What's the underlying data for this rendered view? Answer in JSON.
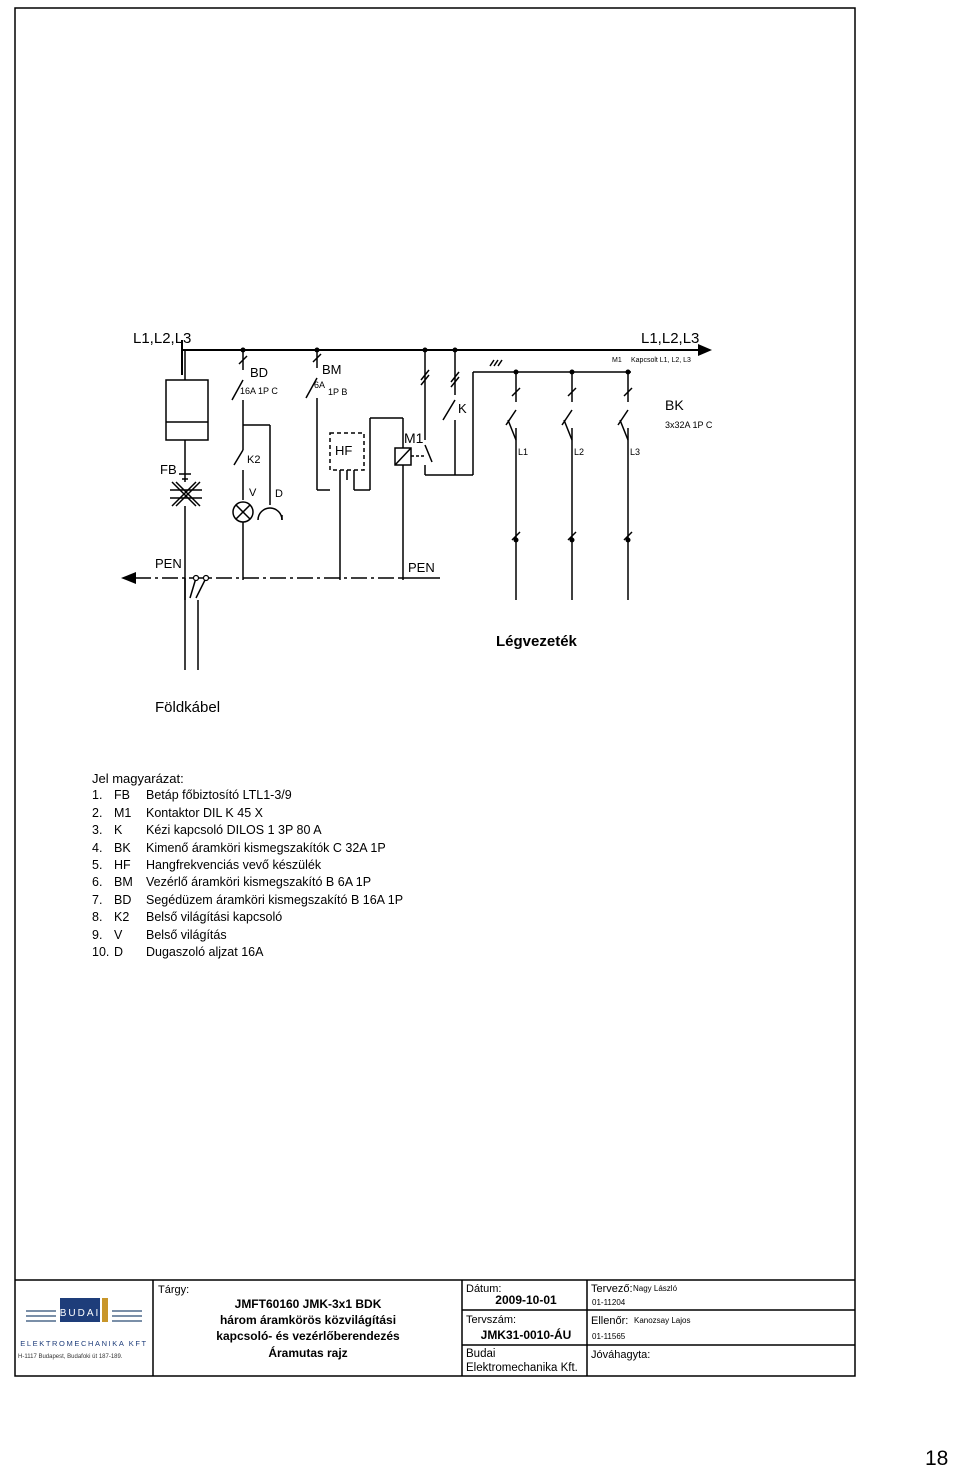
{
  "diagram": {
    "bus_top_left": "L1,L2,L3",
    "bus_top_right": "L1,L2,L3",
    "m1_note_code": "M1",
    "m1_note_text": "Kapcsolt L1, L2, L3",
    "bd": {
      "code": "BD",
      "rating": "16A 1P C"
    },
    "bm": {
      "code": "BM",
      "rating_a": "6A",
      "rating_b": "1P B"
    },
    "fb": "FB",
    "k2": "K2",
    "v": "V",
    "d": "D",
    "hf": "HF",
    "m1": "M1",
    "k": "K",
    "bk": {
      "code": "BK",
      "rating": "3x32A 1P C"
    },
    "phases": [
      "L1",
      "L2",
      "L3"
    ],
    "pen_left": "PEN",
    "pen_right": "PEN",
    "legvezetek": "Légvezeték",
    "foldkabel": "Földkábel"
  },
  "legend": {
    "title": "Jel magyarázat:",
    "items": [
      {
        "n": "1.",
        "code": "FB",
        "desc": "Betáp főbiztosító  LTL1-3/9"
      },
      {
        "n": "2.",
        "code": "M1",
        "desc": "Kontaktor  DIL K 45 X"
      },
      {
        "n": "3.",
        "code": "K",
        "desc": "Kézi kapcsoló  DILOS 1 3P 80 A"
      },
      {
        "n": "4.",
        "code": "BK",
        "desc": "Kimenő áramköri kismegszakítók C 32A 1P"
      },
      {
        "n": "5.",
        "code": "HF",
        "desc": "Hangfrekvenciás vevő készülék"
      },
      {
        "n": "6.",
        "code": "BM",
        "desc": "Vezérlő áramköri kismegszakító  B 6A 1P"
      },
      {
        "n": "7.",
        "code": "BD",
        "desc": "Segédüzem áramköri kismegszakító B 16A 1P"
      },
      {
        "n": "8.",
        "code": "K2",
        "desc": "Belső világítási kapcsoló"
      },
      {
        "n": "9.",
        "code": "V",
        "desc": "Belső világítás"
      },
      {
        "n": "10.",
        "code": "D",
        "desc": "Dugaszoló aljzat  16A"
      }
    ]
  },
  "title_block": {
    "logo_letters": "BUDAI",
    "logo_company": "ELEKTROMECHANIKA KFT",
    "logo_address": "H-1117 Budapest, Budafoki út 187-189.",
    "targy_label": "Tárgy:",
    "targy_lines": [
      "JMFT60160 JMK-3x1 BDK",
      "három áramkörös közvilágítási",
      "kapcsoló- és vezérlőberendezés",
      "Áramutas rajz"
    ],
    "datum_label": "Dátum:",
    "datum_value": "2009-10-01",
    "tervszam_label": "Tervszám:",
    "tervszam_value": "JMK31-0010-ÁU",
    "company_lines": [
      "Budai",
      "Elektromechanika Kft."
    ],
    "tervezo_label": "Tervező:",
    "tervezo_name": "Nagy László",
    "tervezo_id": "01-11204",
    "ellenor_label": "Ellenőr:",
    "ellenor_name": "Kanozsay Lajos",
    "ellenor_id": "01-11565",
    "jovahagyta_label": "Jóváhagyta:"
  },
  "page_number": "18"
}
